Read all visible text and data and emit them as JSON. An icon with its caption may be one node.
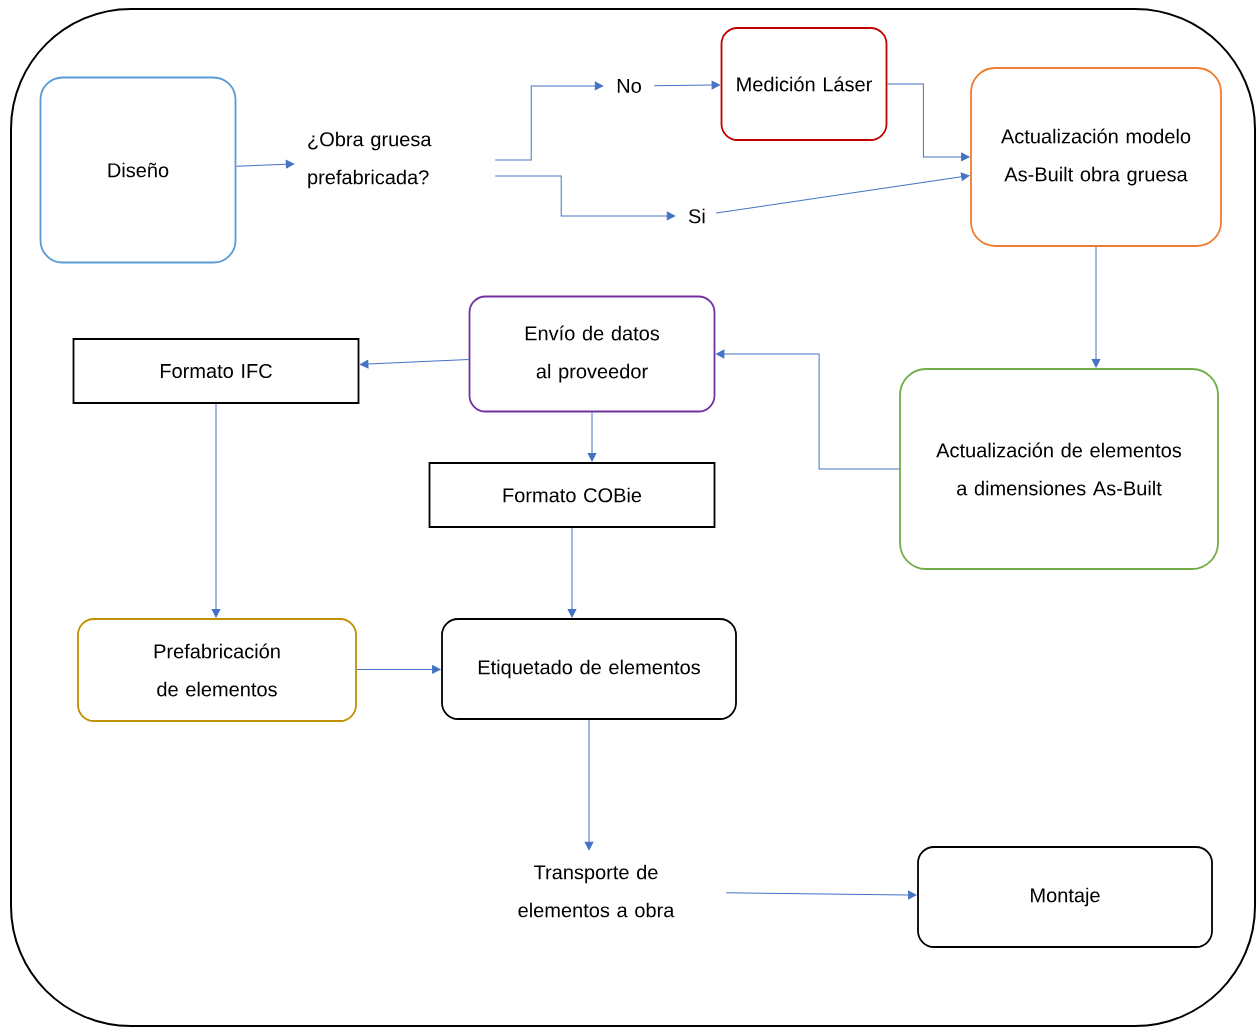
{
  "diagram": {
    "nodes": [
      {
        "text": [
          "Diseño"
        ]
      },
      {
        "text": [
          "¿Obra gruesa prefabricada?"
        ]
      },
      {
        "text": [
          "No"
        ]
      },
      {
        "text": [
          "Medición Láser"
        ]
      },
      {
        "text": [
          "Si"
        ]
      },
      {
        "text": [
          "Actualización modelo As-Built obra gruesa"
        ]
      },
      {
        "text": [
          "Envío de datos al proveedor"
        ]
      },
      {
        "text": [
          "Formato IFC"
        ]
      },
      {
        "text": [
          "Formato COBie"
        ]
      },
      {
        "text": [
          "Actualización de elementos a dimensiones As-Built"
        ]
      },
      {
        "text": [
          "Prefabricación de elementos"
        ]
      },
      {
        "text": [
          "Etiquetado de elementos"
        ]
      },
      {
        "text": [
          "Transporte de elementos a obra"
        ]
      },
      {
        "text": [
          "Montaje"
        ]
      }
    ],
    "edges": [
      {
        "from": 0,
        "to": 1,
        "arrow": "to"
      },
      {
        "from": 1,
        "to": 2,
        "arrow": "to"
      },
      {
        "from": 2,
        "to": 3,
        "arrow": "to"
      },
      {
        "from": 3,
        "to": 5,
        "arrow": "to"
      },
      {
        "from": 1,
        "to": 4,
        "arrow": "to"
      },
      {
        "from": 4,
        "to": 5,
        "arrow": "to"
      },
      {
        "from": 5,
        "to": 9,
        "arrow": "to"
      },
      {
        "from": 9,
        "to": 6,
        "arrow": "to"
      },
      {
        "from": 6,
        "to": 7,
        "arrow": "to"
      },
      {
        "from": 6,
        "to": 8,
        "arrow": "to"
      },
      {
        "from": 7,
        "to": 10,
        "arrow": "to"
      },
      {
        "from": 8,
        "to": 11,
        "arrow": "to"
      },
      {
        "from": 10,
        "to": 11,
        "arrow": "to"
      },
      {
        "from": 11,
        "to": 12,
        "arrow": "to"
      },
      {
        "from": 12,
        "to": 13,
        "arrow": "to"
      }
    ]
  }
}
